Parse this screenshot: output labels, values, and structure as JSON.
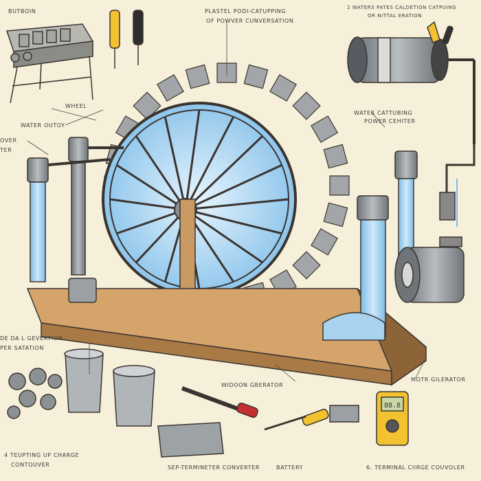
{
  "labels": {
    "top_left": "BUTBOIN",
    "top_center_1": "PLASTEL PODI-CATUPPING",
    "top_center_2": "OF POWVER CUNVERSATION",
    "top_right_1": "2 WATERS PATES CALDETION CATPUING",
    "top_right_2": "OR NITTAL ERATION",
    "wheel": "WHEEL",
    "water_outlet": "WATER OUTOY",
    "left_edge_1": "OVER",
    "left_edge_2": "TER",
    "right_mid_1": "WATER CATTUBING",
    "right_mid_2": "POWER CEHITER",
    "bottom_left_1": "DE DA L GEVERTION",
    "bottom_left_2": "PER SATATION",
    "wooden_generator": "WIDOON GBERATOR",
    "motor_generator": "MOTR GILERATOR",
    "bottom_left_3": "4 TEUPTING UP CHARGE",
    "bottom_left_4": "CONTOUVER",
    "bottom_center": "SEP-TERMINETER CONVERTER",
    "battery": "BATTERY",
    "bottom_right": "6. TERMINAL CIIRGE COUVOLER"
  },
  "meter_display": "88.8",
  "colors": {
    "paper": "#f6efd9",
    "wood": "#c99b62",
    "metal": "#9aa0a4",
    "water": "#a9d3ef",
    "outline": "#3a3430"
  }
}
